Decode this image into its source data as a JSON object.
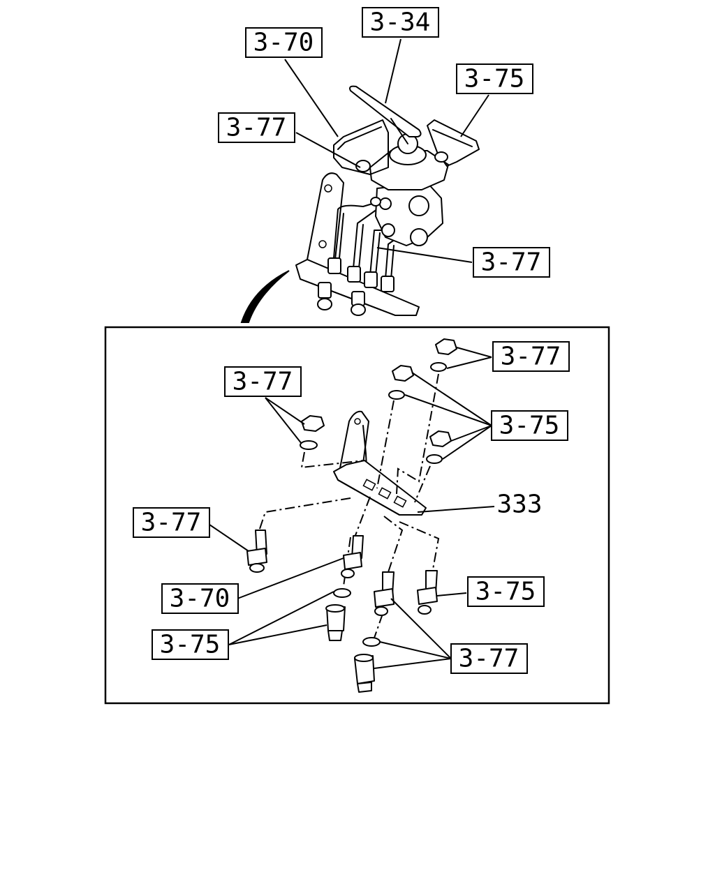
{
  "top_view": {
    "callouts": [
      "3-34",
      "3-70",
      "3-75",
      "3-77",
      "3-77"
    ]
  },
  "detail_view": {
    "callouts": [
      "3-77",
      "3-77",
      "3-75",
      "3-77",
      "3-70",
      "3-75",
      "3-75",
      "3-77"
    ],
    "part_number": "333"
  }
}
